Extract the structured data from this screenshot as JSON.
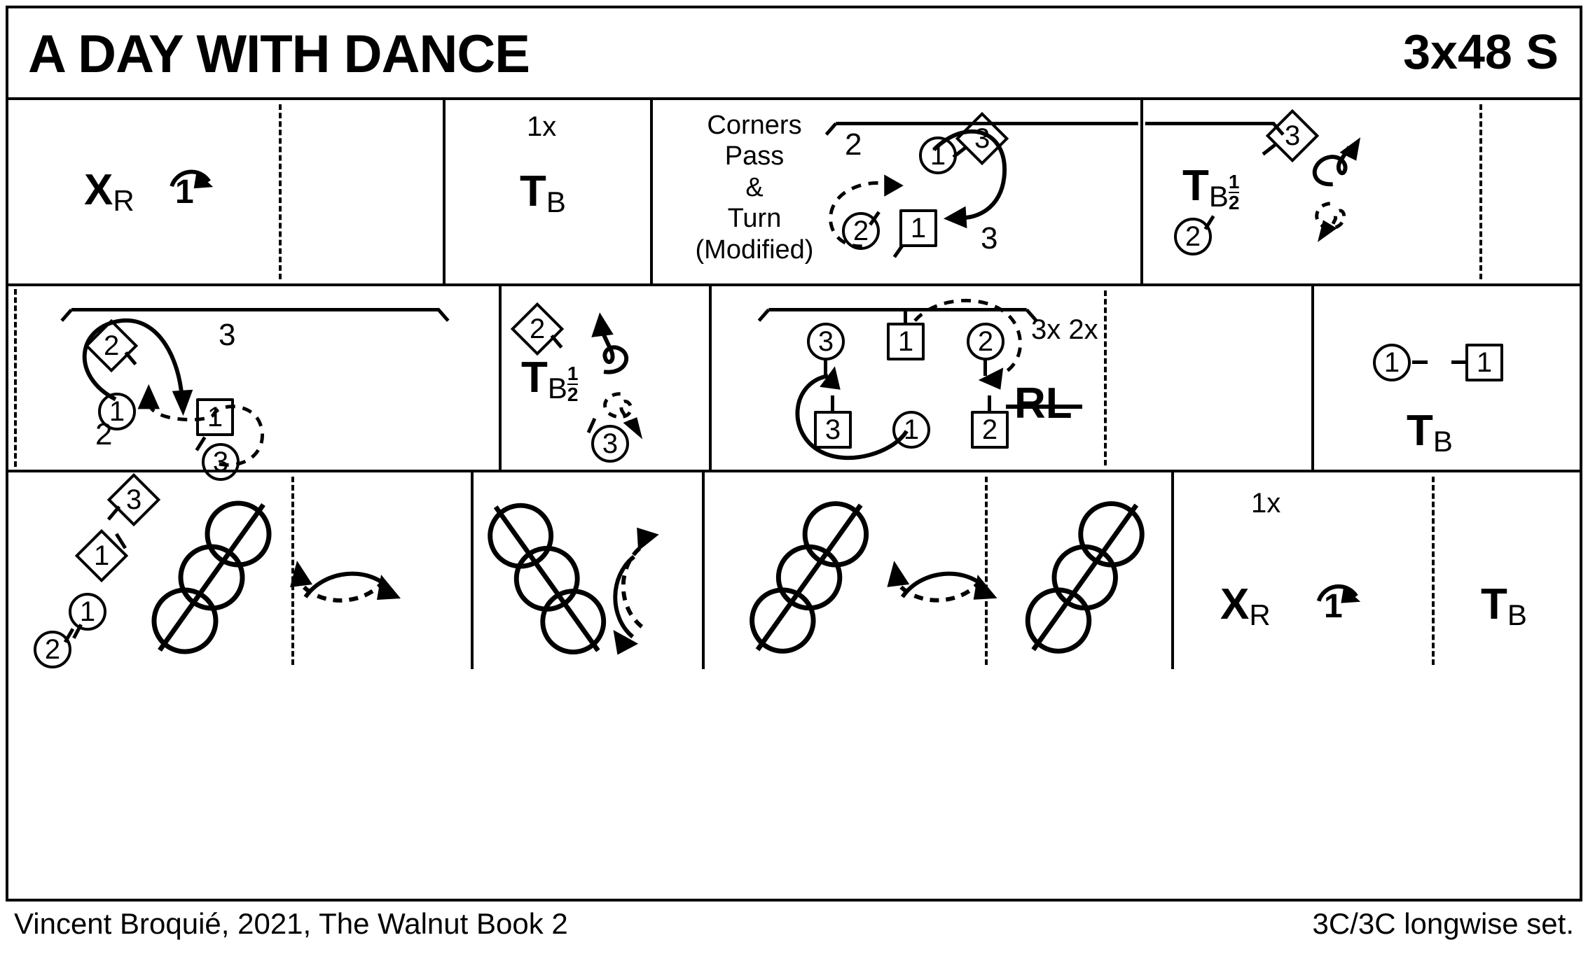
{
  "header": {
    "title": "A DAY WITH DANCE",
    "meta": "3x48 S"
  },
  "footer": {
    "credit": "Vincent Broquié, 2021, The Walnut Book 2",
    "setting": "3C/3C longwise set."
  },
  "bars": [
    {
      "id": "bar-1",
      "row": 1,
      "moves": [
        {
          "symbol": "X",
          "subscript": "R",
          "turn_label": "1"
        }
      ]
    },
    {
      "id": "bar-2",
      "row": 1,
      "repeat_label": "1x",
      "moves": [
        {
          "symbol": "T",
          "subscript": "B"
        }
      ]
    },
    {
      "id": "bar-3",
      "row": 1,
      "caption": "Corners\nPass\n&\nTurn\n(Modified)",
      "caption_lines": [
        "Corners",
        "Pass",
        "&",
        "Turn",
        "(Modified)"
      ],
      "position_labels": [
        "2",
        "3"
      ],
      "dancers": [
        {
          "num": "1",
          "shape": "circle"
        },
        {
          "num": "2",
          "shape": "circle"
        },
        {
          "num": "1",
          "shape": "square"
        },
        {
          "num": "3",
          "shape": "diamond"
        }
      ]
    },
    {
      "id": "bar-4",
      "row": 1,
      "moves": [
        {
          "symbol": "T",
          "subscript": "B",
          "fraction": "1/2"
        }
      ],
      "dancers": [
        {
          "num": "2",
          "shape": "circle"
        },
        {
          "num": "3",
          "shape": "diamond"
        }
      ]
    },
    {
      "id": "bar-5",
      "row": 2,
      "position_labels": [
        "3",
        "2"
      ],
      "dancers": [
        {
          "num": "2",
          "shape": "diamond"
        },
        {
          "num": "1",
          "shape": "circle"
        },
        {
          "num": "1",
          "shape": "square"
        },
        {
          "num": "3",
          "shape": "circle"
        }
      ]
    },
    {
      "id": "bar-6",
      "row": 2,
      "moves": [
        {
          "symbol": "T",
          "subscript": "B",
          "fraction": "1/2"
        }
      ],
      "dancers": [
        {
          "num": "2",
          "shape": "diamond"
        },
        {
          "num": "3",
          "shape": "circle"
        }
      ]
    },
    {
      "id": "bar-7",
      "row": 2,
      "repeat_label": "3x 2x",
      "moves": [
        {
          "symbol": "RL",
          "struck": true
        }
      ],
      "dancers_top": [
        {
          "num": "3",
          "shape": "circle"
        },
        {
          "num": "1",
          "shape": "square"
        },
        {
          "num": "2",
          "shape": "circle"
        }
      ],
      "dancers_bottom": [
        {
          "num": "3",
          "shape": "square"
        },
        {
          "num": "1",
          "shape": "circle"
        },
        {
          "num": "2",
          "shape": "square"
        }
      ]
    },
    {
      "id": "bar-8",
      "row": 2,
      "moves": [
        {
          "symbol": "T",
          "subscript": "B"
        }
      ],
      "dancers": [
        {
          "num": "1",
          "shape": "circle"
        },
        {
          "num": "1",
          "shape": "square"
        }
      ]
    },
    {
      "id": "bar-9",
      "row": 3,
      "figure": "reel-of-three",
      "dancers": [
        {
          "num": "3",
          "shape": "diamond"
        },
        {
          "num": "1",
          "shape": "diamond"
        },
        {
          "num": "1",
          "shape": "circle"
        },
        {
          "num": "2",
          "shape": "circle"
        }
      ]
    },
    {
      "id": "bar-10",
      "row": 3,
      "figure": "reel-of-three"
    },
    {
      "id": "bar-11",
      "row": 3,
      "figure": "reel-of-three"
    },
    {
      "id": "bar-12",
      "row": 3,
      "figure": "reel-of-three"
    },
    {
      "id": "bar-13",
      "row": 3,
      "repeat_label": "1x",
      "moves": [
        {
          "symbol": "X",
          "subscript": "R",
          "turn_label": "1"
        }
      ]
    },
    {
      "id": "bar-14",
      "row": 3,
      "moves": [
        {
          "symbol": "T",
          "subscript": "B"
        }
      ]
    }
  ],
  "labels": {
    "x_r": "X",
    "x_r_sub": "R",
    "t_b": "T",
    "t_b_sub": "B",
    "turn_one": "1",
    "repeat_1x": "1x",
    "repeat_3x2x": "3x 2x",
    "rl": "RL",
    "half_num": "1",
    "half_den": "2",
    "corners_l1": "Corners",
    "corners_l2": "Pass",
    "corners_l3": "&",
    "corners_l4": "Turn",
    "corners_l5": "(Modified)",
    "pos2": "2",
    "pos3": "3",
    "d1": "1",
    "d2": "2",
    "d3": "3"
  }
}
